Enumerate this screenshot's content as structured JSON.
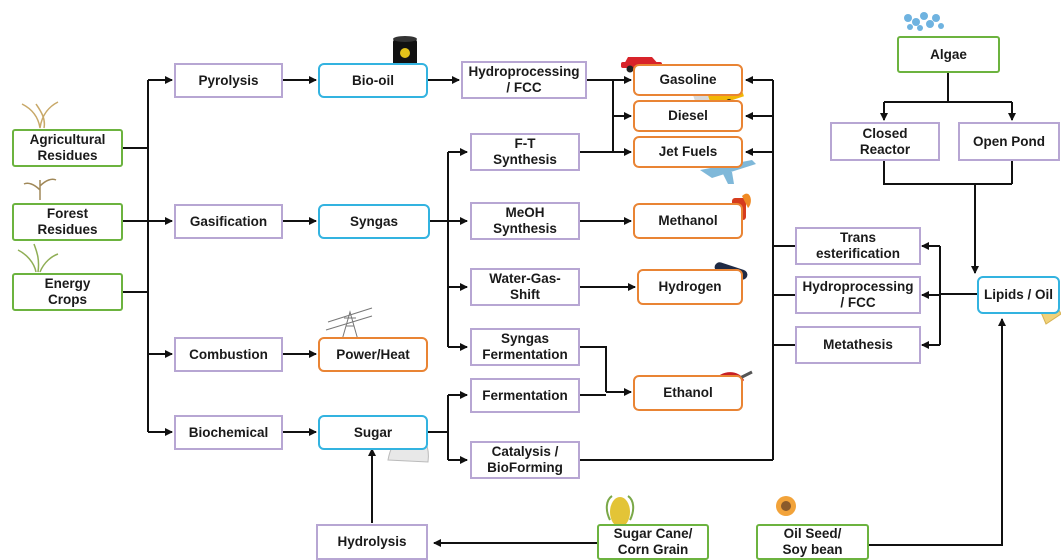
{
  "feedstocks": {
    "agricultural": "Agricultural\nResidues",
    "forest": "Forest\nResidues",
    "energy": "Energy\nCrops",
    "sugar_cane": "Sugar Cane/\nCorn Grain",
    "oil_seed": "Oil Seed/\nSoy bean",
    "algae": "Algae"
  },
  "processes": {
    "pyrolysis": "Pyrolysis",
    "gasification": "Gasification",
    "combustion": "Combustion",
    "biochemical": "Biochemical",
    "hydroprocessing_fcc": "Hydroprocessing\n/ FCC",
    "ft_synthesis": "F-T\nSynthesis",
    "meoh_synthesis": "MeOH\nSynthesis",
    "water_gas_shift": "Water-Gas-\nShift",
    "syngas_fermentation": "Syngas\nFermentation",
    "fermentation": "Fermentation",
    "catalysis": "Catalysis /\nBioForming",
    "hydrolysis": "Hydrolysis",
    "trans_esterification": "Trans\nesterification",
    "hydroprocessing_fcc_2": "Hydroprocessing\n/ FCC",
    "metathesis": "Metathesis",
    "closed_reactor": "Closed\nReactor",
    "open_pond": "Open Pond"
  },
  "intermediates": {
    "bio_oil": "Bio-oil",
    "syngas": "Syngas",
    "sugar": "Sugar",
    "lipids_oil": "Lipids / Oil"
  },
  "products": {
    "gasoline": "Gasoline",
    "diesel": "Diesel",
    "jet_fuels": "Jet Fuels",
    "methanol": "Methanol",
    "hydrogen": "Hydrogen",
    "ethanol": "Ethanol",
    "power_heat": "Power/Heat"
  },
  "colors": {
    "feedstock_border": "#6cb33f",
    "process_border": "#b7a6d3",
    "intermediate_border": "#33b3e0",
    "product_border": "#e98434",
    "arrow": "#111111"
  },
  "icons": [
    "plant-icon",
    "oil-barrel-icon",
    "car-icon",
    "truck-icon",
    "airplane-icon",
    "gas-cylinder-icon",
    "fuel-pump-icon",
    "hydrogen-tank-icon",
    "transmission-tower-icon",
    "sugar-pile-icon",
    "corn-icon",
    "sunflower-icon",
    "butter-icon",
    "algae-bubbles-icon"
  ]
}
